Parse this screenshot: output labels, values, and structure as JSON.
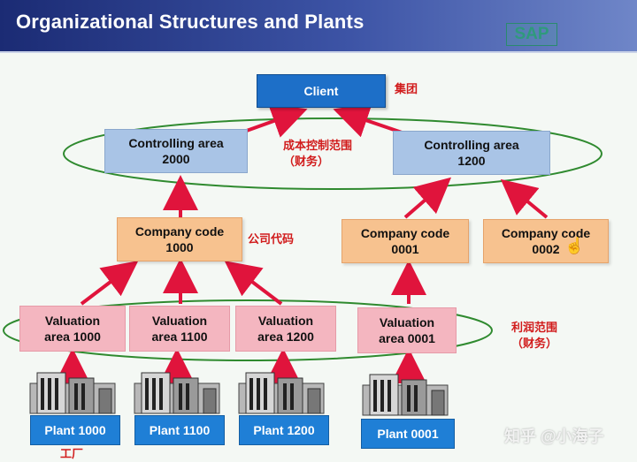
{
  "header": {
    "title": "Organizational Structures and Plants",
    "logo": "SAP"
  },
  "nodes": {
    "client": "Client",
    "ctrl_2000": "Controlling area\n2000",
    "ctrl_1200": "Controlling area\n1200",
    "cc_1000": "Company code\n1000",
    "cc_0001": "Company code\n0001",
    "cc_0002": "Company code\n0002",
    "val_1000": "Valuation\narea 1000",
    "val_1100": "Valuation\narea 1100",
    "val_1200": "Valuation\narea 1200",
    "val_0001": "Valuation\narea 0001",
    "plant_1000": "Plant 1000",
    "plant_1100": "Plant 1100",
    "plant_1200": "Plant 1200",
    "plant_0001": "Plant 0001"
  },
  "annotations": {
    "client": "集团",
    "controlling": "成本控制范围\n（财务）",
    "company_code": "公司代码",
    "valuation": "利润范围\n（财务）",
    "plant": "工厂"
  },
  "watermark": "知乎 @小海子",
  "colors": {
    "arrow": "#e0143c",
    "ellipse": "#2f8a2f",
    "client": "#1d6fc8",
    "controlling": "#a9c4e6",
    "company_code": "#f7c28f",
    "valuation": "#f4b6c0",
    "plant": "#1f7fd6"
  }
}
